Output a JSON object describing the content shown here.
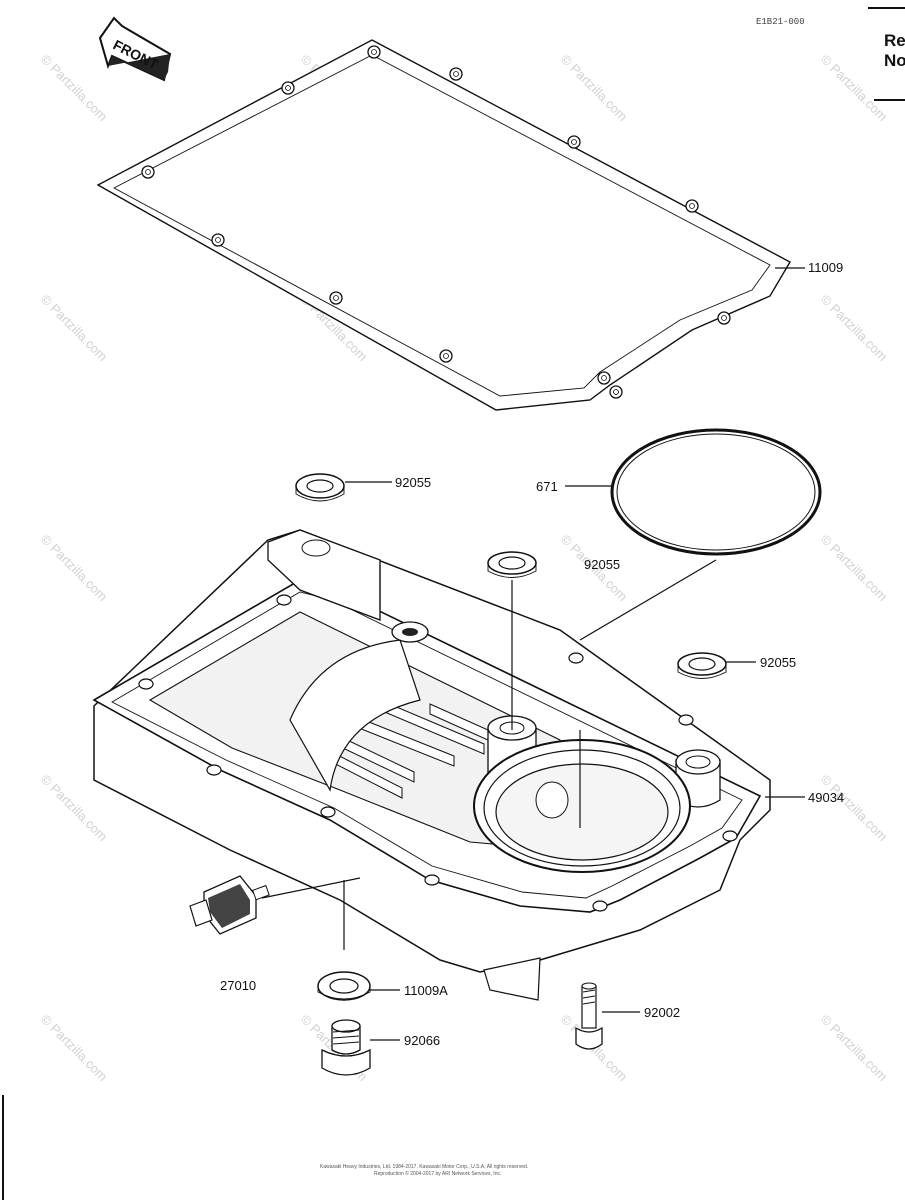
{
  "diagram": {
    "front_label": "FRONT",
    "ref_code": "E1B21-000",
    "corner_text": [
      "Re",
      "No"
    ],
    "parts": [
      {
        "number": "11009",
        "name": "gasket"
      },
      {
        "number": "671",
        "name": "o-ring"
      },
      {
        "number": "92055",
        "name": "seal-left"
      },
      {
        "number": "92055",
        "name": "seal-center"
      },
      {
        "number": "92055",
        "name": "seal-right"
      },
      {
        "number": "49034",
        "name": "oil-pan"
      },
      {
        "number": "27010",
        "name": "switch"
      },
      {
        "number": "11009A",
        "name": "washer"
      },
      {
        "number": "92066",
        "name": "drain-plug"
      },
      {
        "number": "92002",
        "name": "bolt"
      }
    ],
    "watermark": "© Partzilla.com",
    "copyright_lines": [
      "Kawasaki Heavy Industries, Ltd. 1984-2017. Kawasaki Motor Corp., U.S.A. All rights reserved.",
      "Reproduction © 2004-2017 by ARI Network Services, Inc."
    ]
  },
  "colors": {
    "line": "#111111",
    "watermark": "#d2d2d2",
    "paper": "#ffffff"
  }
}
